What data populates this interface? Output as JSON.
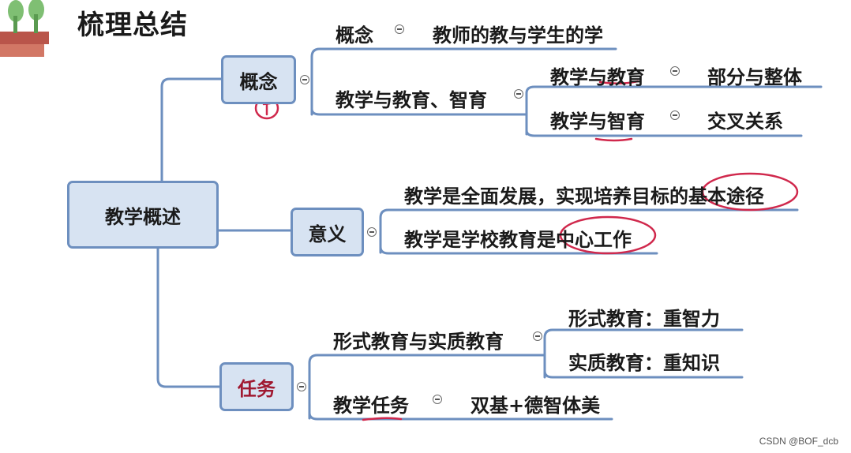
{
  "title": "梳理总结",
  "root": "教学概述",
  "branches": {
    "concept": {
      "label": "概念",
      "items": {
        "definition_label": "概念",
        "definition_value": "教师的教与学生的学",
        "relation_label": "教学与教育、智育",
        "rel1_label": "教学与教育",
        "rel1_value": "部分与整体",
        "rel2_label": "教学与智育",
        "rel2_value": "交叉关系"
      }
    },
    "significance": {
      "label": "意义",
      "items": {
        "point1": "教学是全面发展，实现培养目标的基本途径",
        "point2": "教学是学校教育是中心工作"
      }
    },
    "tasks": {
      "label": "任务",
      "items": {
        "education_type_label": "形式教育与实质教育",
        "formal": "形式教育：重智力",
        "substantive": "实质教育：重知识",
        "task_label": "教学任务",
        "task_value": "双基+德智体美"
      }
    }
  },
  "watermark": "CSDN @BOF_dcb",
  "colors": {
    "node_fill": "#d7e3f2",
    "node_border": "#6d8fbf",
    "connector": "#6d8fbf",
    "annotation": "#d0284c",
    "task_text": "#a01830"
  }
}
